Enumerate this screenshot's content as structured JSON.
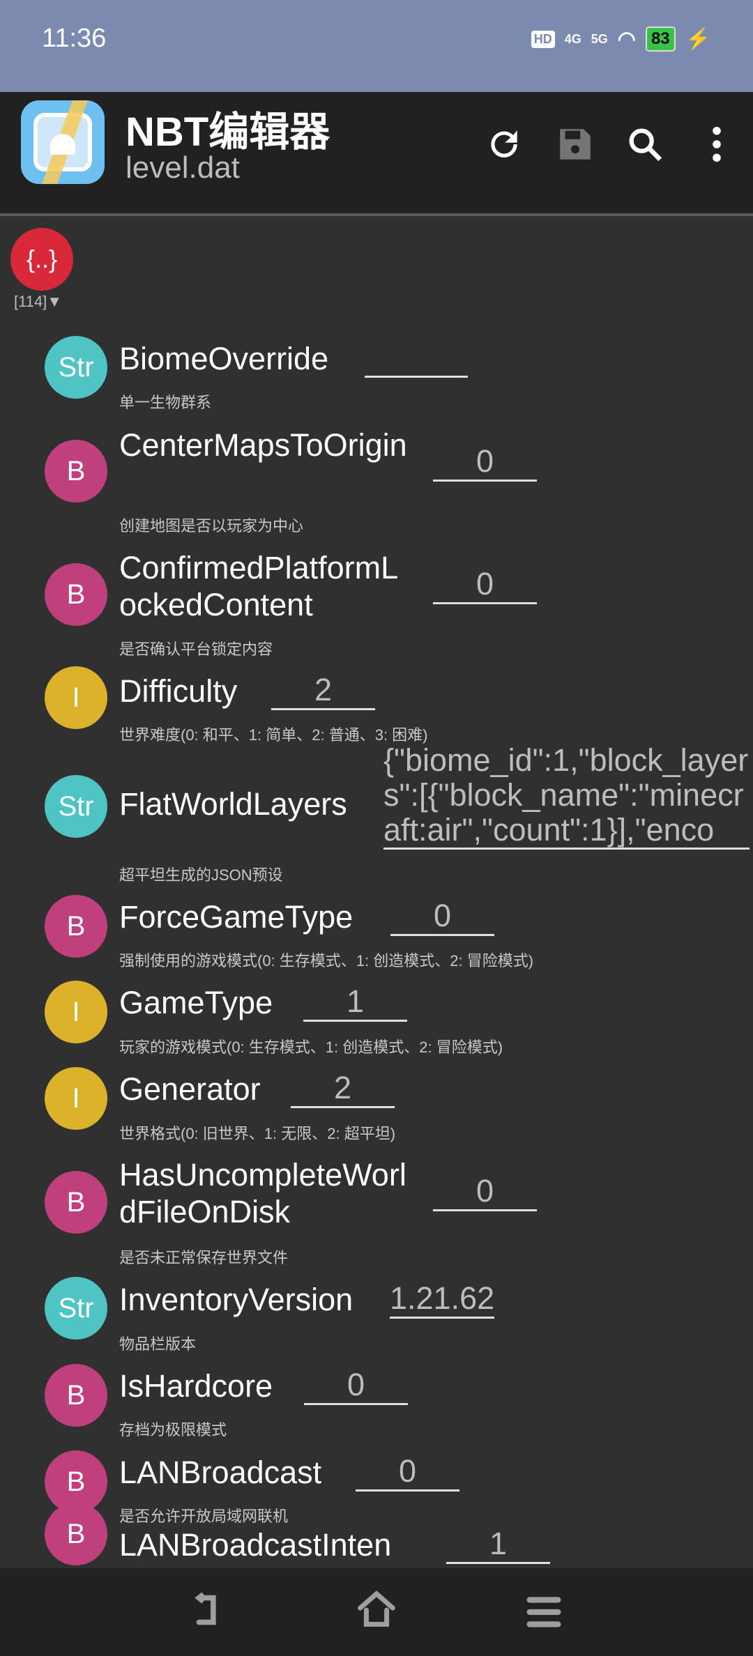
{
  "status_bar": {
    "time": "11:36",
    "battery": "83",
    "network": [
      "HD",
      "4G",
      "5G"
    ]
  },
  "header": {
    "title": "NBT编辑器",
    "subtitle": "level.dat",
    "actions": [
      "refresh-icon",
      "save-icon",
      "search-icon",
      "more-icon"
    ]
  },
  "root": {
    "icon_label": "{..}",
    "count": "[114]▼"
  },
  "colors": {
    "Str": "#4fc4c4",
    "B": "#c0407e",
    "I": "#dbb22a",
    "root": "#d9283a"
  },
  "entries": [
    {
      "type": "Str",
      "name": "BiomeOverride",
      "value": "",
      "desc": "单一生物群系"
    },
    {
      "type": "B",
      "name": "CenterMapsToOrigin",
      "value": "0",
      "desc": "创建地图是否以玩家为中心"
    },
    {
      "type": "B",
      "name": "ConfirmedPlatformLockedContent",
      "value": "0",
      "desc": "是否确认平台锁定内容"
    },
    {
      "type": "I",
      "name": "Difficulty",
      "value": "2",
      "desc": "世界难度(0: 和平、1: 简单、2: 普通、3: 困难)"
    },
    {
      "type": "Str",
      "name": "FlatWorldLayers",
      "value": "{\"biome_id\":1,\"block_layers\":[{\"block_name\":\"minecraft:air\",\"count\":1}],\"enco",
      "desc": "超平坦生成的JSON预设"
    },
    {
      "type": "B",
      "name": "ForceGameType",
      "value": "0",
      "desc": "强制使用的游戏模式(0: 生存模式、1: 创造模式、2: 冒险模式)"
    },
    {
      "type": "I",
      "name": "GameType",
      "value": "1",
      "desc": "玩家的游戏模式(0: 生存模式、1: 创造模式、2: 冒险模式)"
    },
    {
      "type": "I",
      "name": "Generator",
      "value": "2",
      "desc": "世界格式(0: 旧世界、1: 无限、2: 超平坦)"
    },
    {
      "type": "B",
      "name": "HasUncompleteWorldFileOnDisk",
      "value": "0",
      "desc": "是否未正常保存世界文件"
    },
    {
      "type": "Str",
      "name": "InventoryVersion",
      "value": "1.21.62",
      "desc": "物品栏版本"
    },
    {
      "type": "B",
      "name": "IsHardcore",
      "value": "0",
      "desc": "存档为极限模式"
    },
    {
      "type": "B",
      "name": "LANBroadcast",
      "value": "0",
      "desc": "是否允许开放局域网联机"
    },
    {
      "type": "B",
      "name": "LANBroadcastInten",
      "value": "1",
      "desc": ""
    }
  ],
  "nav": [
    "back-icon",
    "home-icon",
    "menu-icon"
  ]
}
